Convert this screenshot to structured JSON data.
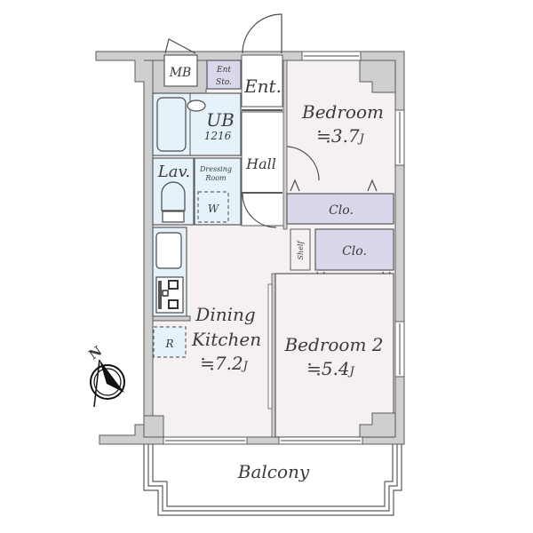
{
  "colors": {
    "wall": "#cfcfcf",
    "wall_stroke": "#5a5a5a",
    "room_floor": "#f5f1f1",
    "wet_area": "#e6f2fa",
    "storage": "#d9d8ea",
    "hall": "#ffffff",
    "text": "#3a3a3a"
  },
  "compass": {
    "label": "N",
    "icon": "north-arrow-icon"
  },
  "rooms": {
    "mb": {
      "label": "MB"
    },
    "ent_storage": {
      "label_line1": "Ent",
      "label_line2": "Sto."
    },
    "entrance": {
      "label": "Ent."
    },
    "bedroom1": {
      "label": "Bedroom",
      "area": "≒3.7",
      "unit": "J"
    },
    "unit_bath": {
      "label": "UB",
      "size": "1216"
    },
    "hall": {
      "label": "Hall"
    },
    "lavatory": {
      "label": "Lav."
    },
    "dressing_room": {
      "label_line1": "Dressing",
      "label_line2": "Room"
    },
    "washer": {
      "label": "W"
    },
    "closet1": {
      "label": "Clo."
    },
    "closet2": {
      "label": "Clo."
    },
    "shelf": {
      "label": "Shelf"
    },
    "dining_kitchen": {
      "label_line1": "Dining",
      "label_line2": "Kitchen",
      "area": "≒7.2",
      "unit": "J"
    },
    "refrigerator": {
      "label": "R"
    },
    "bedroom2": {
      "label": "Bedroom 2",
      "area": "≒5.4",
      "unit": "J"
    },
    "balcony": {
      "label": "Balcony"
    }
  }
}
